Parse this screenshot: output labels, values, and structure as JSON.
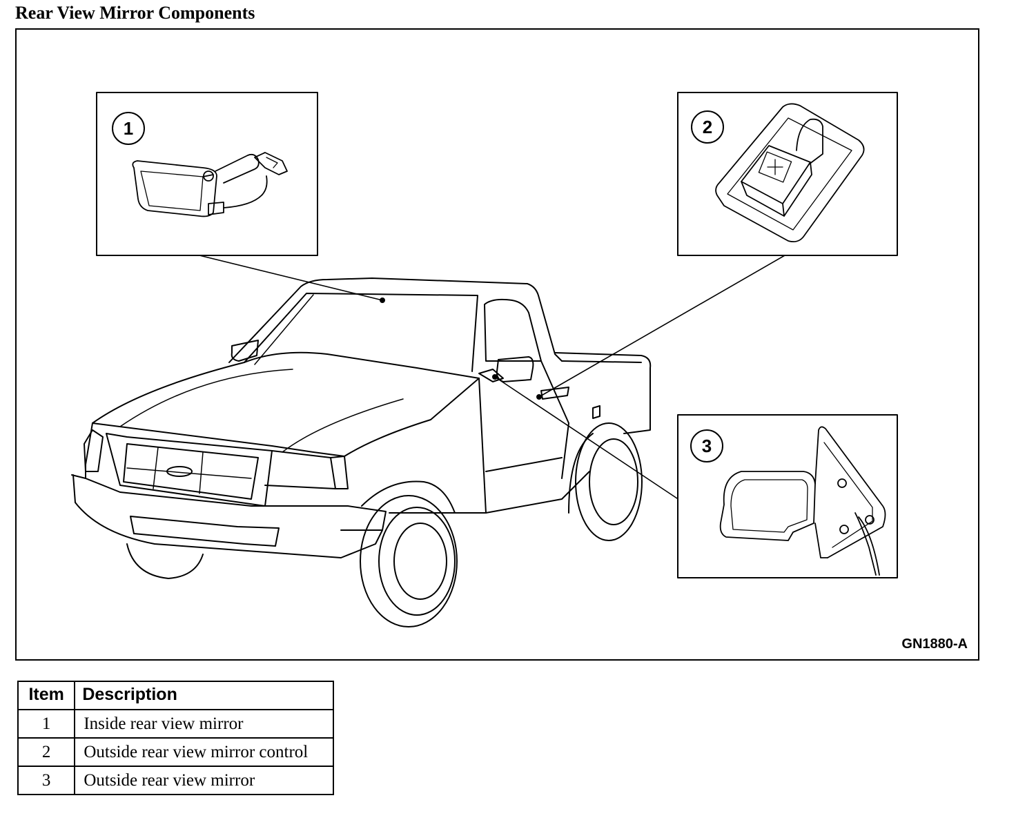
{
  "title": "Rear View Mirror Components",
  "figure": {
    "id": "GN1880-A",
    "callouts": [
      "1",
      "2",
      "3"
    ]
  },
  "legend": {
    "headers": {
      "item": "Item",
      "description": "Description"
    },
    "rows": [
      {
        "item": "1",
        "description": "Inside rear view mirror"
      },
      {
        "item": "2",
        "description": "Outside rear view mirror control"
      },
      {
        "item": "3",
        "description": "Outside rear view mirror"
      }
    ]
  }
}
